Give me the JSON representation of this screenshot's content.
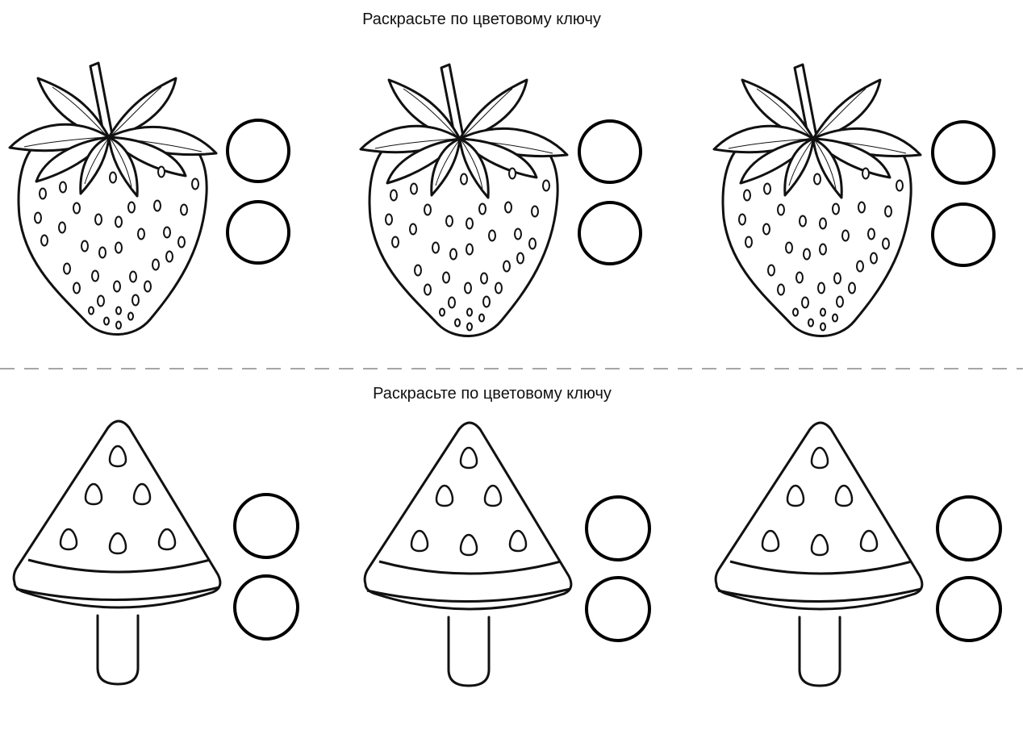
{
  "worksheet": {
    "sections": [
      {
        "title": "Раскрасьте по цветовому ключу",
        "item": "strawberry",
        "count": 3,
        "color_key_circles_per_item": 2
      },
      {
        "title": "Раскрасьте по цветовому ключу",
        "item": "watermelon-popsicle",
        "count": 3,
        "color_key_circles_per_item": 2
      }
    ],
    "colors": {
      "line": "#111111",
      "background": "#ffffff",
      "cut_line": "#888888"
    }
  }
}
